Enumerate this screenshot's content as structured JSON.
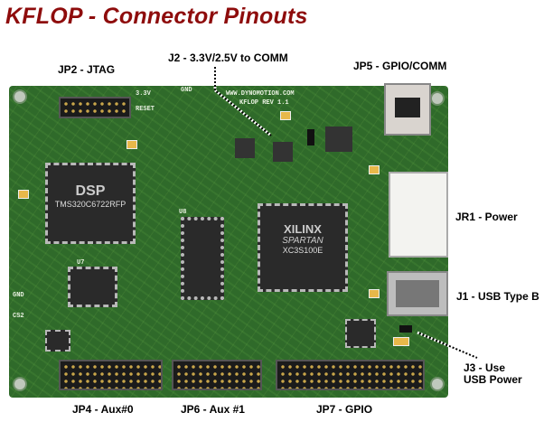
{
  "title": "KFLOP - Connector Pinouts",
  "labels": {
    "jp2": "JP2 - JTAG",
    "j2": "J2 - 3.3V/2.5V to COMM",
    "jp5": "JP5 - GPIO/COMM",
    "jr1": "JR1 - Power",
    "j1": "J1 - USB Type B",
    "j3_line1": "J3 - Use",
    "j3_line2": "USB Power",
    "jp4": "JP4 - Aux#0",
    "jp6": "JP6 - Aux #1",
    "jp7": "JP7 - GPIO"
  },
  "silkscreen": {
    "url": "WWW.DYNOMOTION.COM",
    "rev": "KFLOP REV 1.1",
    "v33": "3.3V",
    "reset": "RESET",
    "gnd": "GND",
    "gnd2": "GND",
    "cs2": "CS2",
    "dsp": "DSP",
    "dsp_part": "TMS320C6722RFP",
    "xilinx": "XILINX",
    "spartan": "SPARTAN",
    "xilinx_part": "XC3S100E",
    "u8": "U8",
    "u7": "U7"
  }
}
